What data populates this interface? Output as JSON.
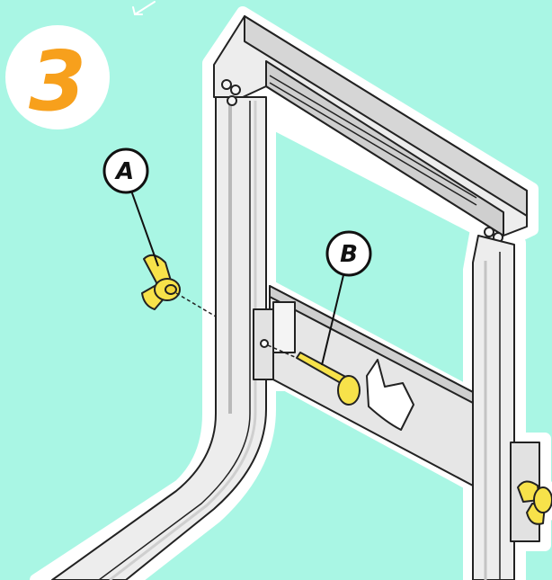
{
  "step": {
    "number": "3"
  },
  "callouts": [
    {
      "id": "A",
      "label": "A",
      "part": "wing-nut"
    },
    {
      "id": "B",
      "label": "B",
      "part": "pin-bolt"
    }
  ],
  "colors": {
    "background": "#a9f6e4",
    "frame_fill": "#ededed",
    "frame_shade": "#c9c9c9",
    "outline": "#222222",
    "halo": "#ffffff",
    "step_number": "#f7a01c",
    "hardware": "#f7e24a"
  }
}
